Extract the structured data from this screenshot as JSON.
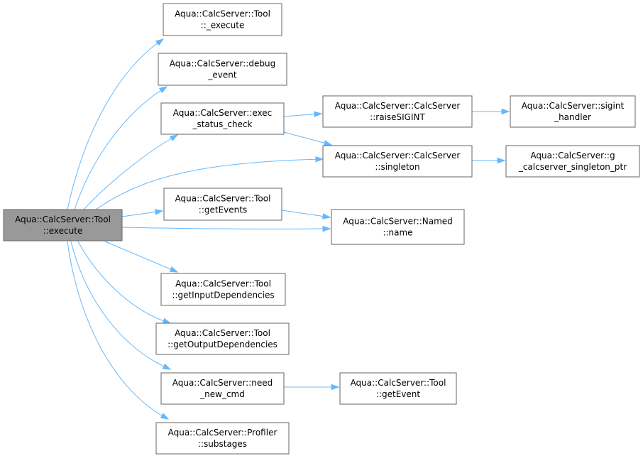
{
  "diagram": {
    "type": "call-graph",
    "colors": {
      "edge": "#63b8ff",
      "node_border": "#666666",
      "root_fill": "#999999",
      "node_fill": "#ffffff",
      "text": "#000000"
    },
    "nodes": [
      {
        "id": "execute",
        "lines": [
          "Aqua::CalcServer::Tool",
          "::execute"
        ],
        "root": true
      },
      {
        "id": "_execute",
        "lines": [
          "Aqua::CalcServer::Tool",
          "::_execute"
        ]
      },
      {
        "id": "debug_event",
        "lines": [
          "Aqua::CalcServer::debug",
          "_event"
        ]
      },
      {
        "id": "exec_status_check",
        "lines": [
          "Aqua::CalcServer::exec",
          "_status_check"
        ]
      },
      {
        "id": "raiseSIGINT",
        "lines": [
          "Aqua::CalcServer::CalcServer",
          "::raiseSIGINT"
        ]
      },
      {
        "id": "sigint_handler",
        "lines": [
          "Aqua::CalcServer::sigint",
          "_handler"
        ]
      },
      {
        "id": "singleton",
        "lines": [
          "Aqua::CalcServer::CalcServer",
          "::singleton"
        ]
      },
      {
        "id": "g_calcserver_singleton_ptr",
        "lines": [
          "Aqua::CalcServer::g",
          "_calcserver_singleton_ptr"
        ]
      },
      {
        "id": "getEvents",
        "lines": [
          "Aqua::CalcServer::Tool",
          "::getEvents"
        ]
      },
      {
        "id": "name",
        "lines": [
          "Aqua::CalcServer::Named",
          "::name"
        ]
      },
      {
        "id": "getInputDependencies",
        "lines": [
          "Aqua::CalcServer::Tool",
          "::getInputDependencies"
        ]
      },
      {
        "id": "getOutputDependencies",
        "lines": [
          "Aqua::CalcServer::Tool",
          "::getOutputDependencies"
        ]
      },
      {
        "id": "need_new_cmd",
        "lines": [
          "Aqua::CalcServer::need",
          "_new_cmd"
        ]
      },
      {
        "id": "getEvent",
        "lines": [
          "Aqua::CalcServer::Tool",
          "::getEvent"
        ]
      },
      {
        "id": "substages",
        "lines": [
          "Aqua::CalcServer::Profiler",
          "::substages"
        ]
      }
    ],
    "edges": [
      {
        "from": "execute",
        "to": "_execute"
      },
      {
        "from": "execute",
        "to": "debug_event"
      },
      {
        "from": "execute",
        "to": "exec_status_check"
      },
      {
        "from": "execute",
        "to": "singleton"
      },
      {
        "from": "execute",
        "to": "getEvents"
      },
      {
        "from": "execute",
        "to": "name"
      },
      {
        "from": "execute",
        "to": "getInputDependencies"
      },
      {
        "from": "execute",
        "to": "getOutputDependencies"
      },
      {
        "from": "execute",
        "to": "need_new_cmd"
      },
      {
        "from": "execute",
        "to": "substages"
      },
      {
        "from": "exec_status_check",
        "to": "raiseSIGINT"
      },
      {
        "from": "exec_status_check",
        "to": "singleton"
      },
      {
        "from": "raiseSIGINT",
        "to": "sigint_handler"
      },
      {
        "from": "singleton",
        "to": "g_calcserver_singleton_ptr"
      },
      {
        "from": "getEvents",
        "to": "name"
      },
      {
        "from": "need_new_cmd",
        "to": "getEvent"
      }
    ]
  }
}
